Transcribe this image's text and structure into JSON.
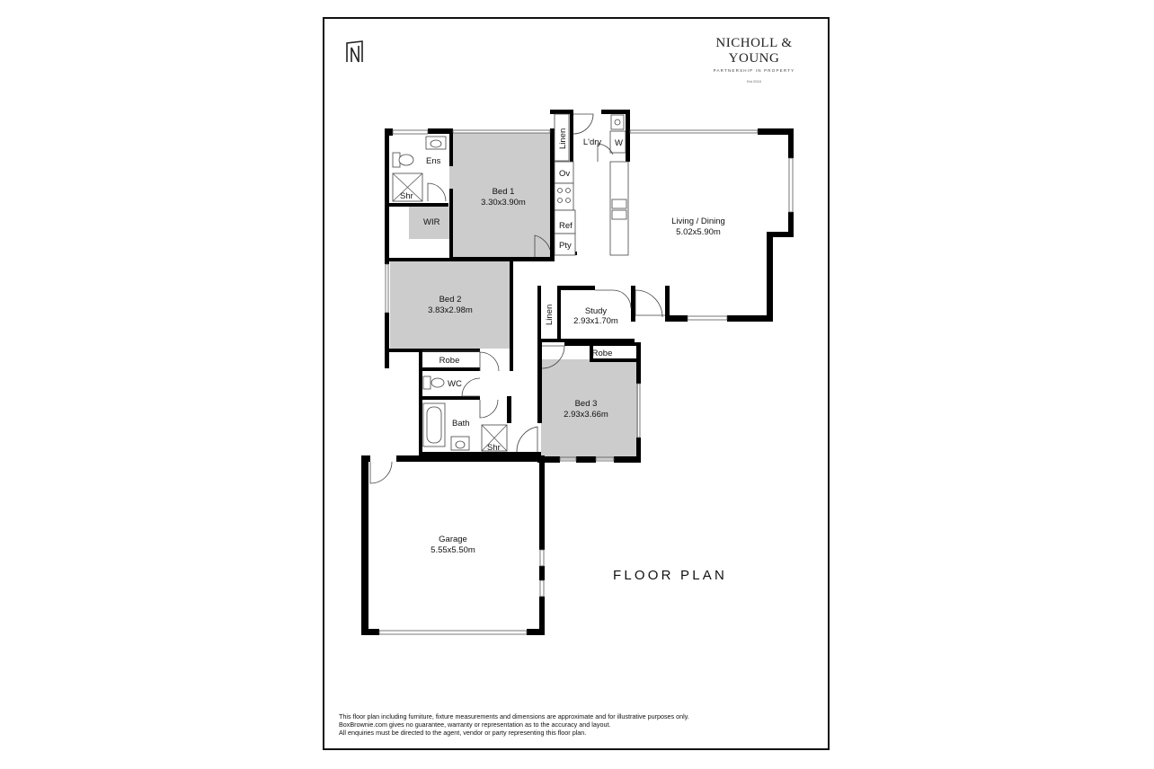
{
  "brand": {
    "name": "NICHOLL & YOUNG",
    "tagline": "PARTNERSHIP IN PROPERTY",
    "established": "Est 2015",
    "logo_icon": "n-monogram-icon"
  },
  "title": "FLOOR PLAN",
  "rooms": {
    "ens": "Ens",
    "shr_ens": "Shr",
    "wir": "WIR",
    "bed1_name": "Bed 1",
    "bed1_size": "3.30x3.90m",
    "linen_laundry": "Linen",
    "ldry": "L'dry",
    "w": "W",
    "ov": "Ov",
    "ref": "Ref",
    "pty": "Pty",
    "living_name": "Living / Dining",
    "living_size": "5.02x5.90m",
    "bed2_name": "Bed 2",
    "bed2_size": "3.83x2.98m",
    "robe_bed2": "Robe",
    "linen_hall": "Linen",
    "study_name": "Study",
    "study_size": "2.93x1.70m",
    "robe_bed3": "Robe",
    "wc": "WC",
    "bath": "Bath",
    "shr_bath": "Shr",
    "bed3_name": "Bed 3",
    "bed3_size": "2.93x3.66m",
    "garage_name": "Garage",
    "garage_size": "5.55x5.50m"
  },
  "disclaimer": [
    "This floor plan including furniture, fixture measurements and dimensions are approximate and for illustrative purposes only.",
    "BoxBrownie.com gives no guarantee, warranty or representation as to the accuracy and layout.",
    "All enquiries must be directed to the agent, vendor or party representing this floor plan."
  ]
}
